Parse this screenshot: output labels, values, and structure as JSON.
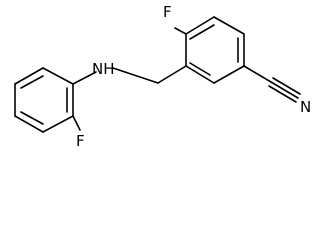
{
  "structure": {
    "atom_labels": {
      "fluorine_top": "F",
      "nh": "NH",
      "fluorine_bottom": "F",
      "nitrile_n": "N"
    },
    "colors": {
      "bond": "#000000",
      "label": "#000000",
      "background": "#ffffff"
    }
  }
}
